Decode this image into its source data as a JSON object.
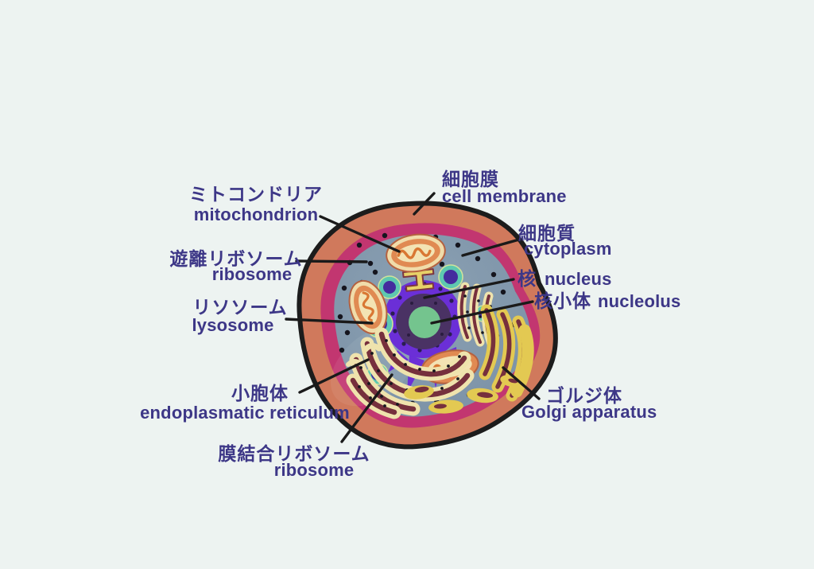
{
  "diagram_title": "animal cell organelle diagram (JP/EN)",
  "labels": {
    "mitochondrion": {
      "jp": "ミトコンドリア",
      "en": "mitochondrion"
    },
    "cell_membrane": {
      "jp": "細胞膜",
      "en": "cell membrane"
    },
    "free_ribosome": {
      "jp": "遊離リボソーム",
      "en": "ribosome"
    },
    "cytoplasm": {
      "jp": "細胞質",
      "en": "cytoplasm"
    },
    "nucleus": {
      "jp": "核",
      "en": "nucleus"
    },
    "nucleolus": {
      "jp": "核小体",
      "en": "nucleolus"
    },
    "lysosome": {
      "jp": "リソソーム",
      "en": "lysosome"
    },
    "er": {
      "jp": "小胞体",
      "en": "endoplasmatic reticulum"
    },
    "bound_ribosome": {
      "jp": "膜結合リボソーム",
      "en": "ribosome"
    },
    "golgi": {
      "jp": "ゴルジ体",
      "en": "Golgi apparatus"
    }
  },
  "colors": {
    "bg": "#edf3f1",
    "label": "#3d3787",
    "line": "#1a1a1a",
    "membrane": "#d0795c",
    "membrane_ring": "#c23670",
    "cytoplasm": "#8096aa",
    "nucleus_violet": "#6b2fd7",
    "nucleus_dark": "#4a3264",
    "nucleolus_green": "#74c48e",
    "lyso_ring": "#5ec8b0",
    "lyso_core": "#442c9e",
    "mito_cream": "#f0dcaa",
    "mito_body": "#e08a52",
    "mito_line": "#d97733",
    "er_cream": "#efe3ad",
    "er_maroon": "#76303d",
    "golgi_yellow": "#e3c952",
    "dot": "#15151e"
  }
}
